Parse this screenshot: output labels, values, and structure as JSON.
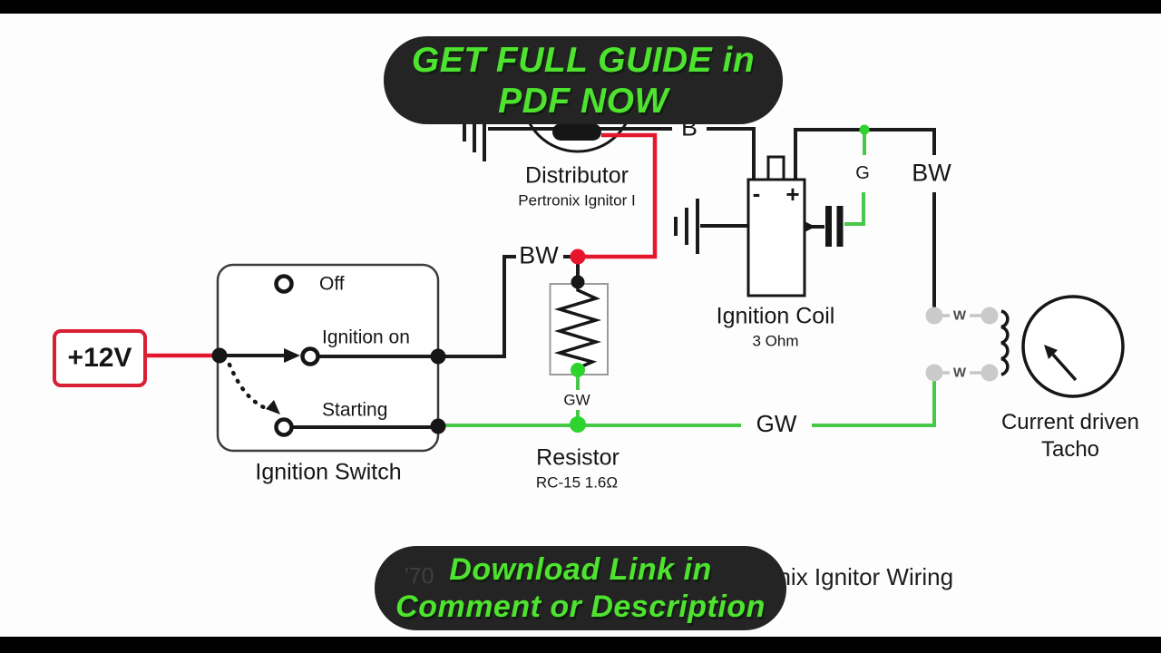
{
  "banners": {
    "top": {
      "line1": "GET FULL GUIDE in",
      "line2": "PDF NOW"
    },
    "bottom": {
      "line1": "Download Link in",
      "line2": "Comment or Description"
    }
  },
  "caption": {
    "left_fragment": "'70",
    "right_fragment": "onix Ignitor Wiring"
  },
  "labels": {
    "supply": "+12V",
    "distributor_title": "Distributor",
    "distributor_subtitle": "Pertronix Ignitor I",
    "coil_title": "Ignition Coil",
    "coil_subtitle": "3 Ohm",
    "coil_minus": "-",
    "coil_plus": "+",
    "switch_title": "Ignition Switch",
    "switch_off": "Off",
    "switch_ignition_on": "Ignition on",
    "switch_starting": "Starting",
    "resistor_title": "Resistor",
    "resistor_subtitle": "RC-15 1.6Ω",
    "tacho_line1": "Current driven",
    "tacho_line2": "Tacho"
  },
  "wire_labels": {
    "b": "B",
    "bw_right": "BW",
    "bw_left": "BW",
    "g": "G",
    "gw_small": "GW",
    "gw_main": "GW",
    "w_upper": "W",
    "w_lower": "W"
  },
  "colors": {
    "wire_black": "#1b1b1b",
    "wire_red": "#e2192e",
    "wire_green": "#47c847",
    "wire_gray": "#c6c6c6",
    "dot_red": "#e8152d",
    "dot_green": "#2ed32e",
    "dot_gray": "#cacaca",
    "banner_bg": "#242424",
    "banner_text": "#4ee32f",
    "supply_border": "#d91f33"
  }
}
